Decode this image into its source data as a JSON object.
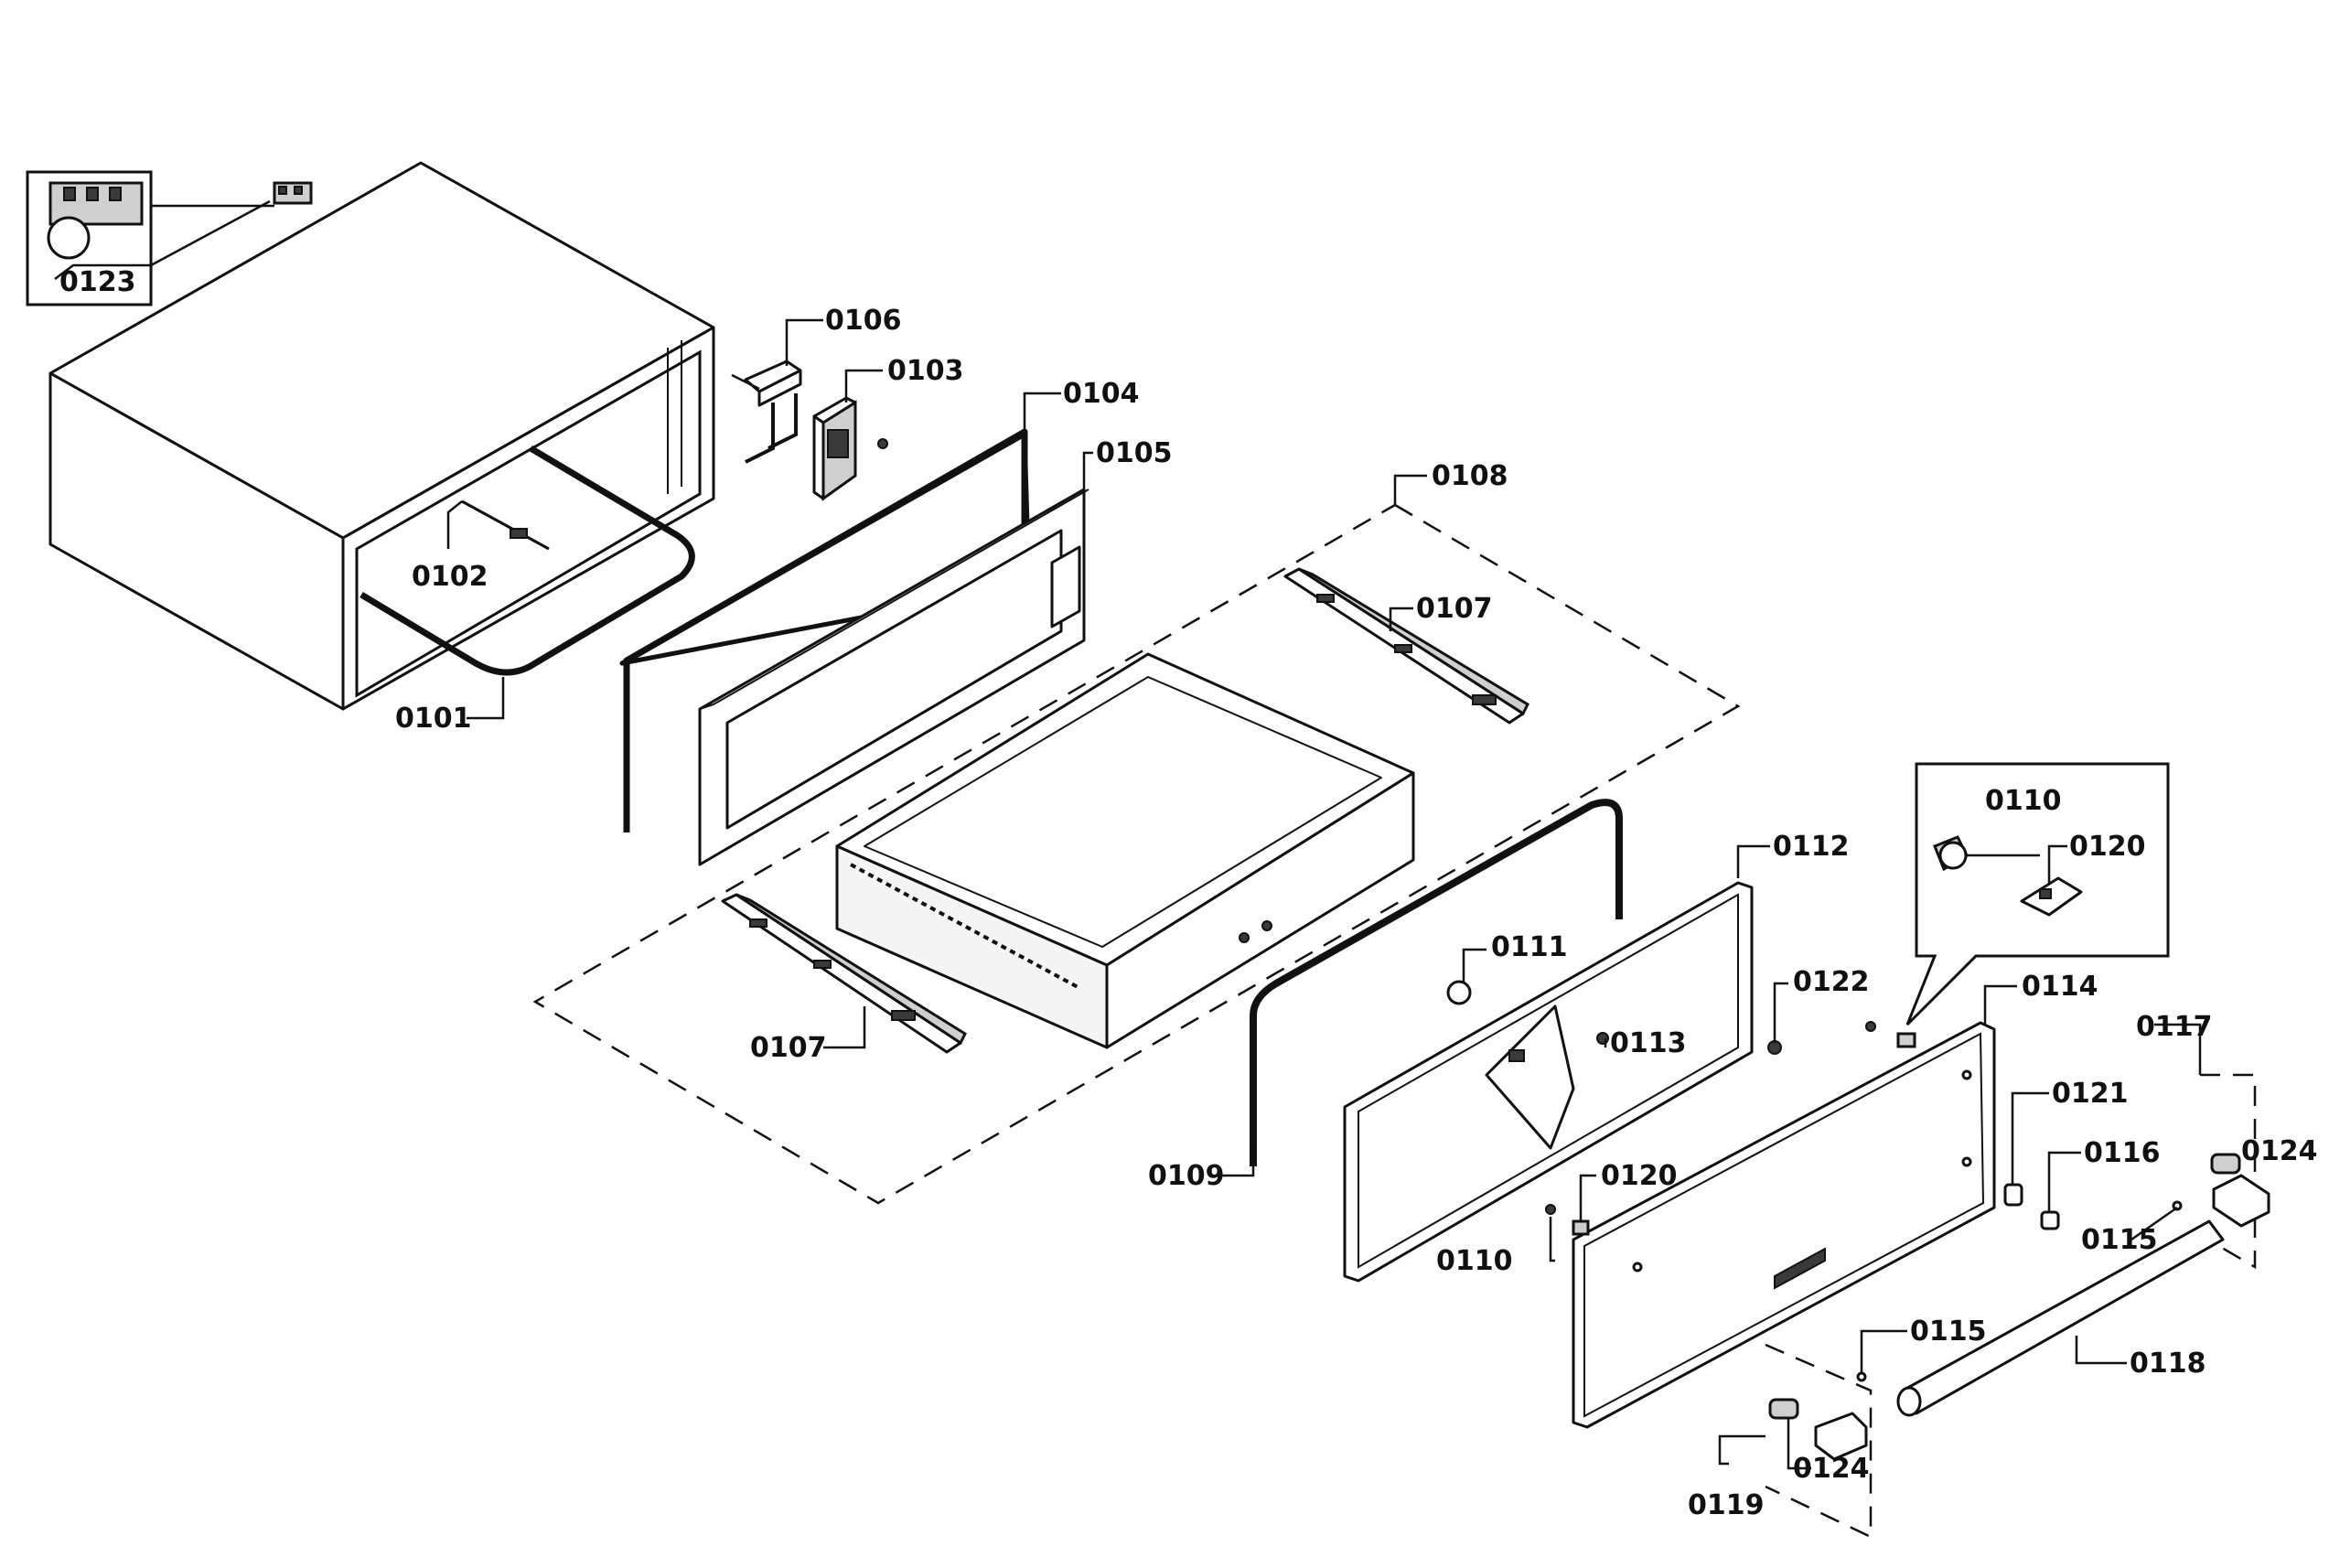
{
  "diagram": {
    "callouts": [
      {
        "id": "c0123",
        "label": "0123"
      },
      {
        "id": "c0106",
        "label": "0106"
      },
      {
        "id": "c0103",
        "label": "0103"
      },
      {
        "id": "c0104",
        "label": "0104"
      },
      {
        "id": "c0105",
        "label": "0105"
      },
      {
        "id": "c0108",
        "label": "0108"
      },
      {
        "id": "c0102",
        "label": "0102"
      },
      {
        "id": "c0107a",
        "label": "0107"
      },
      {
        "id": "c0101",
        "label": "0101"
      },
      {
        "id": "c0107b",
        "label": "0107"
      },
      {
        "id": "c0110a",
        "label": "0110"
      },
      {
        "id": "c0120a",
        "label": "0120"
      },
      {
        "id": "c0112",
        "label": "0112"
      },
      {
        "id": "c0111",
        "label": "0111"
      },
      {
        "id": "c0122",
        "label": "0122"
      },
      {
        "id": "c0114",
        "label": "0114"
      },
      {
        "id": "c0113",
        "label": "0113"
      },
      {
        "id": "c0117",
        "label": "0117"
      },
      {
        "id": "c0121",
        "label": "0121"
      },
      {
        "id": "c0124a",
        "label": "0124"
      },
      {
        "id": "c0116",
        "label": "0116"
      },
      {
        "id": "c0109",
        "label": "0109"
      },
      {
        "id": "c0120b",
        "label": "0120"
      },
      {
        "id": "c0115a",
        "label": "0115"
      },
      {
        "id": "c0110b",
        "label": "0110"
      },
      {
        "id": "c0115b",
        "label": "0115"
      },
      {
        "id": "c0118",
        "label": "0118"
      },
      {
        "id": "c0119",
        "label": "0119"
      },
      {
        "id": "c0124b",
        "label": "0124"
      }
    ]
  }
}
